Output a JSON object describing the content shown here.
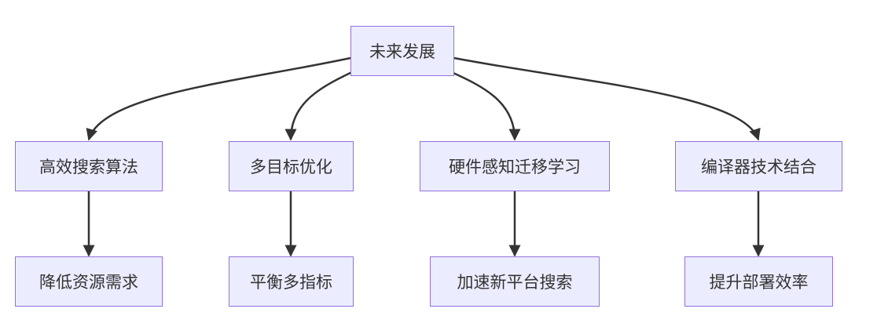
{
  "diagram": {
    "colors": {
      "node_fill": "#ececff",
      "node_border": "#9370db",
      "edge": "#333333",
      "text": "#333333"
    },
    "root": {
      "label": "未来发展"
    },
    "branches": [
      {
        "label": "高效搜索算法",
        "child": "降低资源需求"
      },
      {
        "label": "多目标优化",
        "child": "平衡多指标"
      },
      {
        "label": "硬件感知迁移学习",
        "child": "加速新平台搜索"
      },
      {
        "label": "编译器技术结合",
        "child": "提升部署效率"
      }
    ]
  }
}
